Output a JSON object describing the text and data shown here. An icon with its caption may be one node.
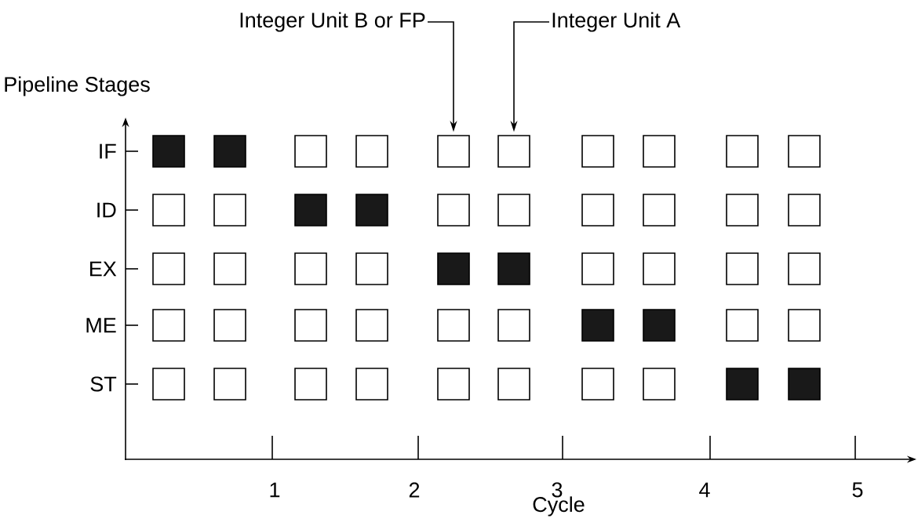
{
  "diagram": {
    "nodes": [
      {
        "text": [
          "Integer Unit B or FP"
        ]
      },
      {
        "text": [
          "Integer Unit A"
        ]
      },
      {
        "text": [],
        "shape": "box"
      },
      {
        "text": [],
        "shape": "box"
      }
    ],
    "edges": [
      {
        "from": 0,
        "to": 2,
        "arrow": "to"
      },
      {
        "from": 1,
        "to": 3,
        "arrow": "to"
      }
    ],
    "labels": [
      "Pipeline Stages",
      "IF",
      "ID",
      "EX",
      "ME",
      "ST",
      "1",
      "2",
      "3",
      "4",
      "5",
      "Cycle"
    ]
  }
}
